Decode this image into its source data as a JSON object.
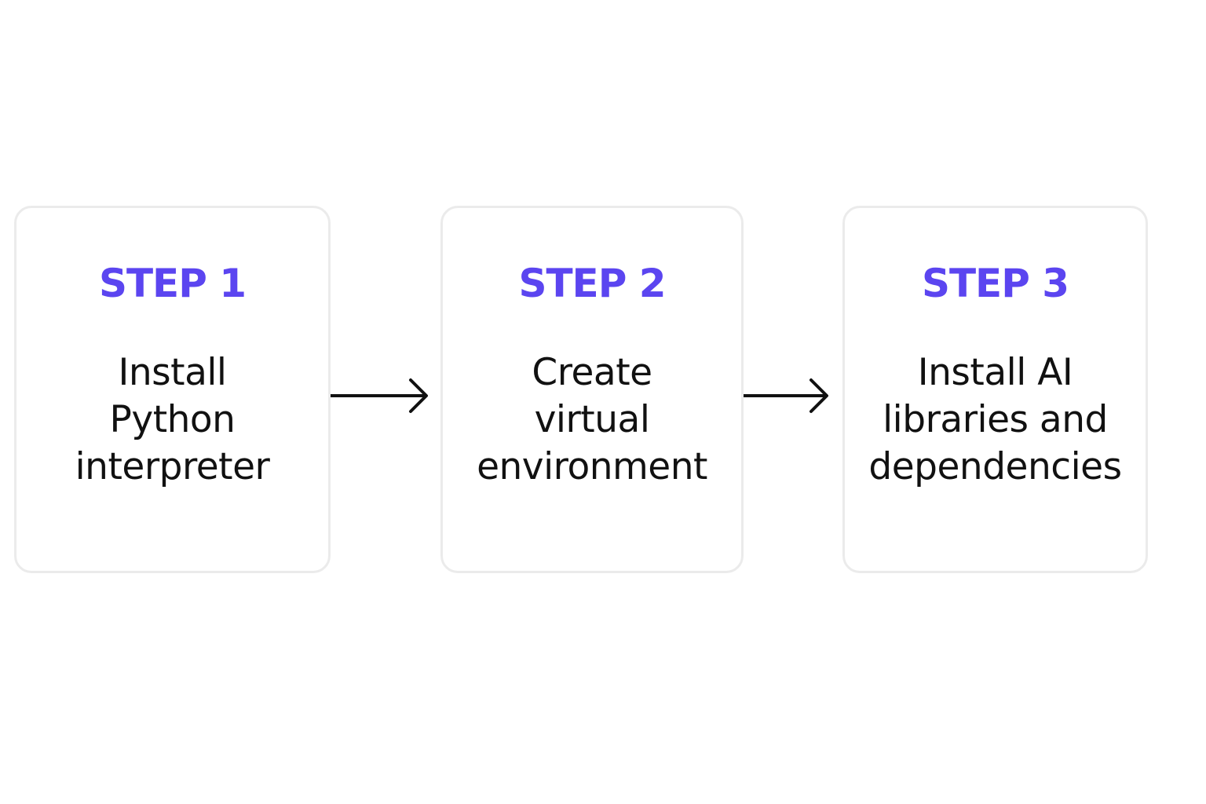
{
  "accent_color": "#5b45f0",
  "steps": [
    {
      "label": "STEP 1",
      "lines": [
        "Install",
        "Python",
        "interpreter"
      ]
    },
    {
      "label": "STEP 2",
      "lines": [
        "Create",
        "virtual",
        "environment"
      ]
    },
    {
      "label": "STEP 3",
      "lines": [
        "Install AI",
        "libraries and",
        "dependencies"
      ]
    }
  ],
  "arrows": [
    {
      "icon": "arrow-right-icon"
    },
    {
      "icon": "arrow-right-icon"
    }
  ]
}
